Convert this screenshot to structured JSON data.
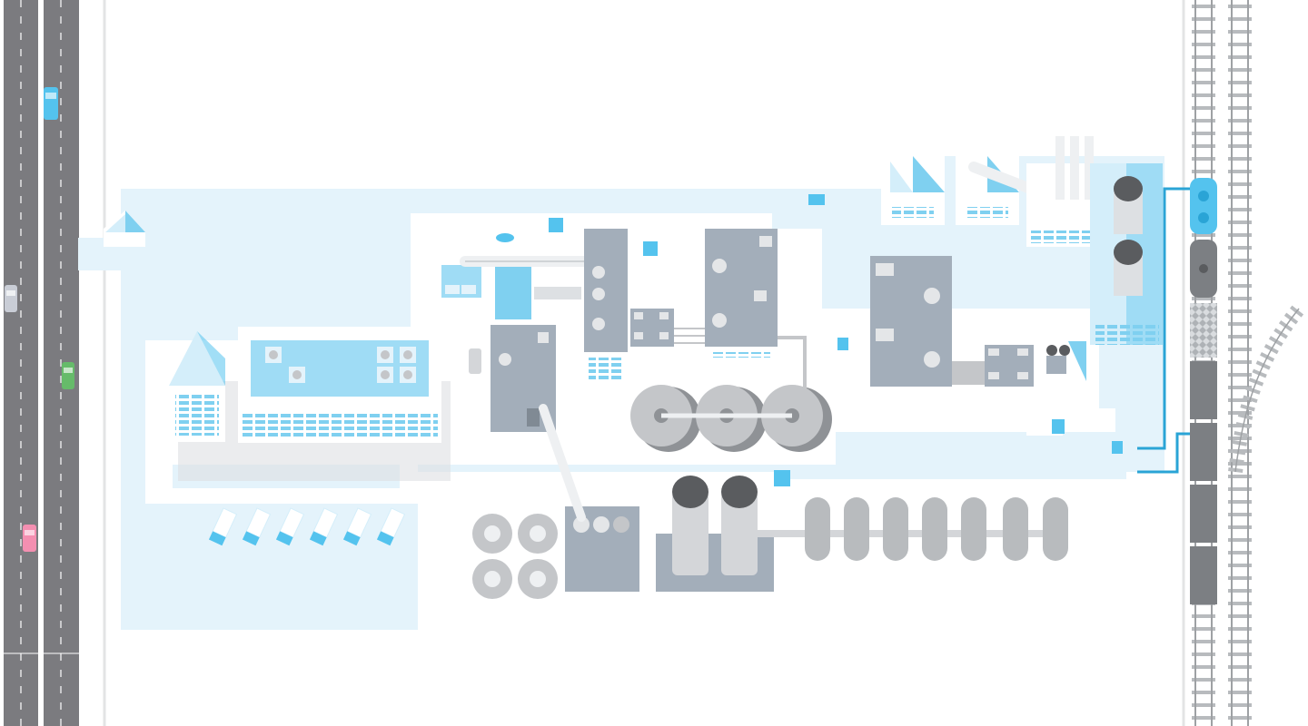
{
  "scene": {
    "title": "",
    "colors": {
      "background": "#ffffff",
      "site": "#e4f3fb",
      "site_dark": "#c7e6f5",
      "accent": "#54c3ee",
      "accent_dark": "#2aa4d6",
      "road": "#7b7b7f",
      "road_line": "#ffffff",
      "building_roof": "#a3aeba",
      "building_wall": "#eef0f2",
      "tank": "#c4c6c9",
      "tank_dark": "#8f9296",
      "tank_top": "#5a5c5f",
      "rail": "#b8bbbe",
      "rail_tie": "#9ea1a4",
      "train": "#7c7f83"
    },
    "elements": {
      "highway": {
        "lanes": 2,
        "direction": "vertical"
      },
      "cars": [
        {
          "color": "#54c3ee"
        },
        {
          "color": "#c9cdd6"
        },
        {
          "color": "#66bb6a"
        },
        {
          "color": "#f48fb1"
        }
      ],
      "railway": {
        "tracks": 2,
        "branch": "curve-right"
      },
      "train": {
        "cars": 7,
        "cargo": "gravel"
      },
      "silos": {
        "count": 2
      },
      "spherical_tanks": {
        "count": 3
      },
      "storage_tanks": {
        "count": 7
      },
      "trucks_parked": {
        "count": 6
      }
    }
  }
}
